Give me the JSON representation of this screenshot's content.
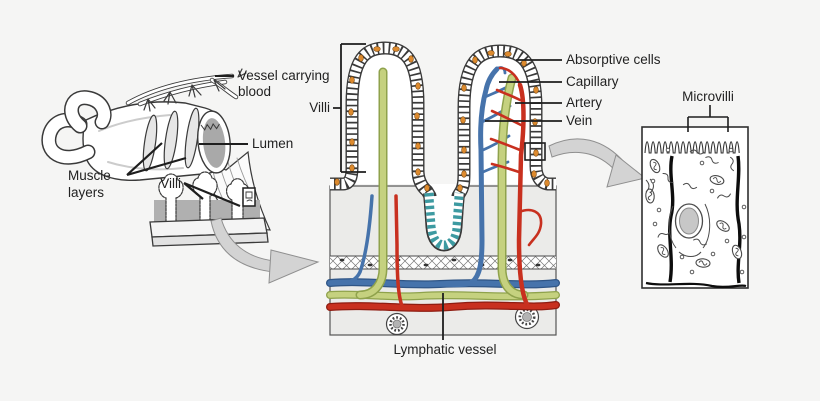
{
  "figure": {
    "title": "Structure of intestinal villi diagram",
    "background": "#f5f5f4"
  },
  "colors": {
    "outline": "#3a3a3a",
    "artery_red": "#c8301f",
    "artery_red_dark": "#8f1d12",
    "vein_blue": "#4673ab",
    "vein_blue_dark": "#2f5586",
    "lymph_green": "#c5d17f",
    "lymph_green_dark": "#8fa24c",
    "crypt_teal": "#3d9aa1",
    "goblet_orange": "#dd8a2e",
    "tissue_gray": "#ebebe9",
    "zoom_arrow_gray": "#d3d3d3"
  },
  "intestine_panel": {
    "labels": {
      "vessel_carrying_blood_line1": "Vessel carrying",
      "vessel_carrying_blood_line2": "blood",
      "lumen": "Lumen",
      "muscle_layers_line1": "Muscle",
      "muscle_layers_line2": "layers",
      "villi": "Villi"
    }
  },
  "villus_panel": {
    "labels": {
      "villi": "Villi",
      "absorptive_cells": "Absorptive cells",
      "capillary": "Capillary",
      "artery": "Artery",
      "vein": "Vein",
      "lymphatic_vessel": "Lymphatic vessel"
    }
  },
  "microvilli_panel": {
    "label": "Microvilli"
  }
}
